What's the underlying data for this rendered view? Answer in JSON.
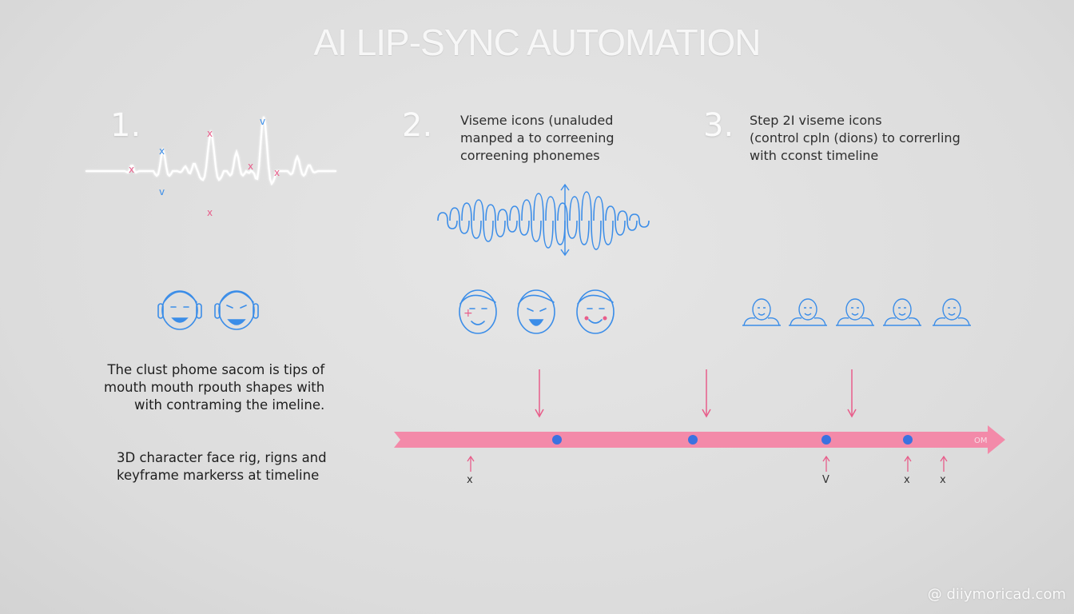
{
  "title": "AI LIP-SYNC AUTOMATION",
  "steps": [
    {
      "number": "1.",
      "text": ""
    },
    {
      "number": "2.",
      "text": "Viseme icons (unaluded\nmanped a to correening\ncorreening phonemes"
    },
    {
      "number": "3.",
      "text": "Step 2I viseme icons\n(control cpln (dions) to correrling\nwith cconst timeline"
    }
  ],
  "notes": [
    "The clust phome sacom is tips of\nmouth mouth rpouth shapes with\nwith contraming the imeline.",
    "3D character face rig, rigns and\nkeyframe markerss at timeline"
  ],
  "timeline": {
    "end_label": "OM",
    "markers": [
      "x",
      "V",
      "x",
      "x"
    ]
  },
  "colors": {
    "accent_pink": "#f07da0",
    "accent_blue": "#3b8de8",
    "waveform_white": "#ffffff"
  },
  "watermark": "@ diiymoricad.com"
}
